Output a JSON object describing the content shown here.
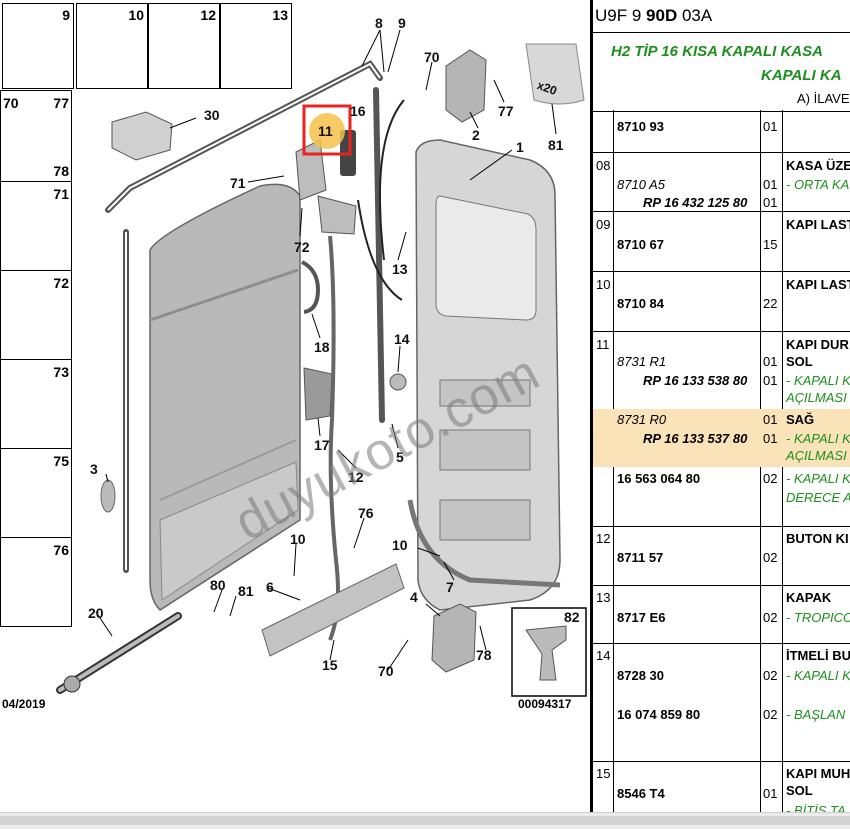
{
  "diagram": {
    "date": "04/2019",
    "ref": "00094317",
    "watermark": "duyukoto.com",
    "highlight_color": "#e8241f",
    "callout_color": "#f4c24b",
    "cells_top": [
      {
        "num": "9"
      },
      {
        "num": "10"
      },
      {
        "num": "12"
      },
      {
        "num": "13"
      }
    ],
    "cells_side": [
      {
        "num": "70",
        "num2": "77",
        "num3": "78"
      },
      {
        "num": "71"
      },
      {
        "num": "72"
      },
      {
        "num": "73"
      },
      {
        "num": "75"
      },
      {
        "num": "76"
      }
    ],
    "box82": "82",
    "labels": [
      "8",
      "9",
      "70",
      "2",
      "77",
      "81",
      "30",
      "11",
      "16",
      "1",
      "71",
      "72",
      "13",
      "18",
      "14",
      "17",
      "3",
      "12",
      "5",
      "76",
      "10",
      "7",
      "10",
      "6",
      "80",
      "81",
      "20",
      "15",
      "4",
      "70",
      "78"
    ],
    "bag_text": "x20"
  },
  "doc": {
    "code_pre": "U9F 9 ",
    "code_bold": "90D",
    "code_post": " 03A",
    "header_line1": "H2 TİP 16 KISA KAPALI KASA",
    "header_line2": "KAPALI KA",
    "header_line3": "A) İLAVE"
  },
  "rows": [
    {
      "grp": "",
      "part": "8710 93",
      "qty": "01",
      "desc": "",
      "note": ""
    },
    {
      "grp": "08",
      "part": "",
      "desc": "KASA ÜZE",
      "part2": "8710 A5",
      "qty2": "01",
      "note": "- ORTA KA",
      "rp": "RP 16 432 125 80",
      "qty3": "01"
    },
    {
      "grp": "09",
      "part": "8710 67",
      "qty": "15",
      "desc": "KAPI LAST",
      "note": ""
    },
    {
      "grp": "10",
      "part": "8710 84",
      "qty": "22",
      "desc": "KAPI LAST",
      "note": ""
    },
    {
      "grp": "11",
      "desc": "KAPI DUR",
      "desc2": "SOL",
      "part": "8731 R1",
      "qty": "01",
      "rp": "RP 16 133 538 80",
      "qty2": "01",
      "note": "- KAPALI K",
      "note2": "AÇILMASI"
    },
    {
      "grp": "",
      "part": "8731 R0",
      "qty": "01",
      "desc": "SAĞ",
      "rp": "RP 16 133 537 80",
      "qty2": "01",
      "note": "- KAPALI K",
      "note2": "AÇILMASI"
    },
    {
      "grp": "",
      "part": "16 563 064 80",
      "qty": "02",
      "note": "- KAPALI K",
      "note2": "DERECE A"
    },
    {
      "grp": "12",
      "part": "8711 57",
      "qty": "02",
      "desc": "BUTON KI",
      "note": ""
    },
    {
      "grp": "13",
      "part": "8717 E6",
      "qty": "02",
      "desc": "KAPAK",
      "note": "- TROPICO"
    },
    {
      "grp": "14",
      "desc": "İTMELİ BU",
      "part": "8728 30",
      "qty": "02",
      "note": "- KAPALI K",
      "part2": "16 074 859 80",
      "qty2": "02",
      "note2": "- BAŞLAN"
    },
    {
      "grp": "15",
      "desc": "KAPI MUH",
      "desc2": "SOL",
      "part": "8546 T4",
      "qty": "01",
      "note": "- BİTİŞ TA"
    }
  ]
}
